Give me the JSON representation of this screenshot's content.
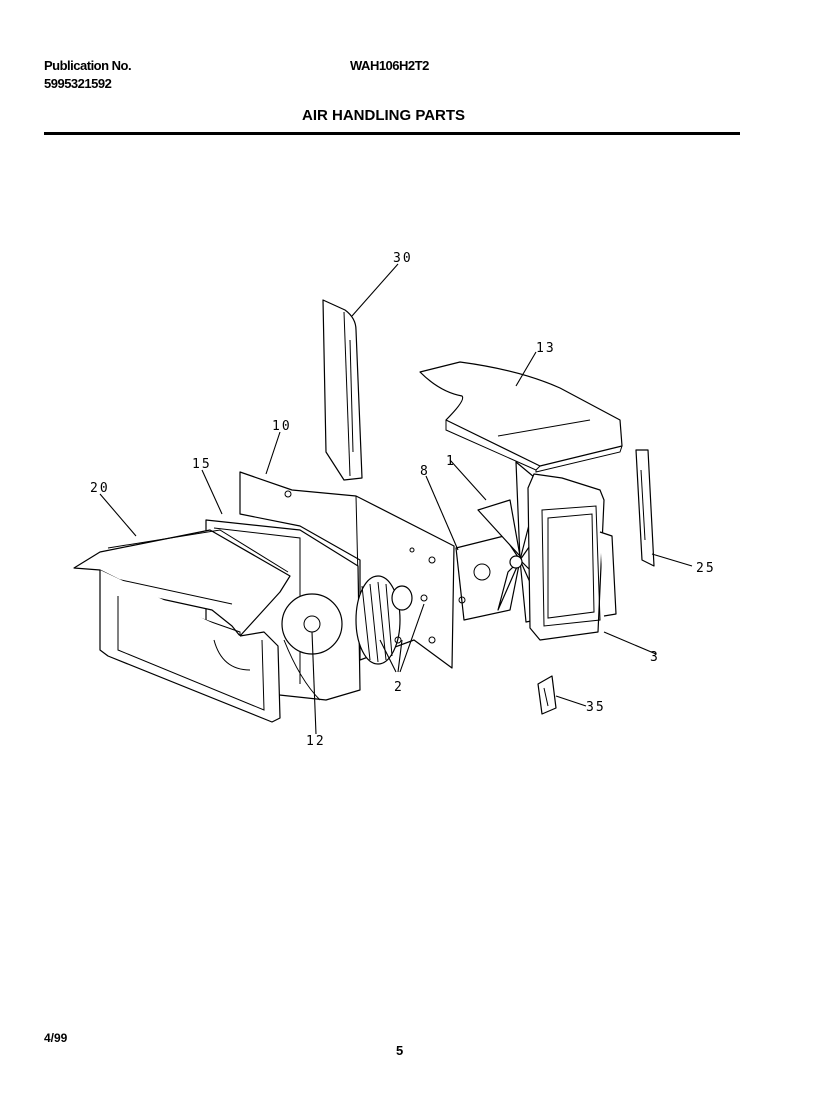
{
  "header": {
    "publication_label": "Publication No.",
    "publication_number": "5995321592",
    "model": "WAH106H2T2",
    "title": "AIR HANDLING PARTS"
  },
  "footer": {
    "date": "4/99",
    "page": "5"
  },
  "callouts": {
    "c30": "30",
    "c13": "13",
    "c10": "10",
    "c15": "15",
    "c20": "20",
    "c8": "8",
    "c1": "1",
    "c25": "25",
    "c3": "3",
    "c2": "2",
    "c35": "35",
    "c12": "12"
  }
}
